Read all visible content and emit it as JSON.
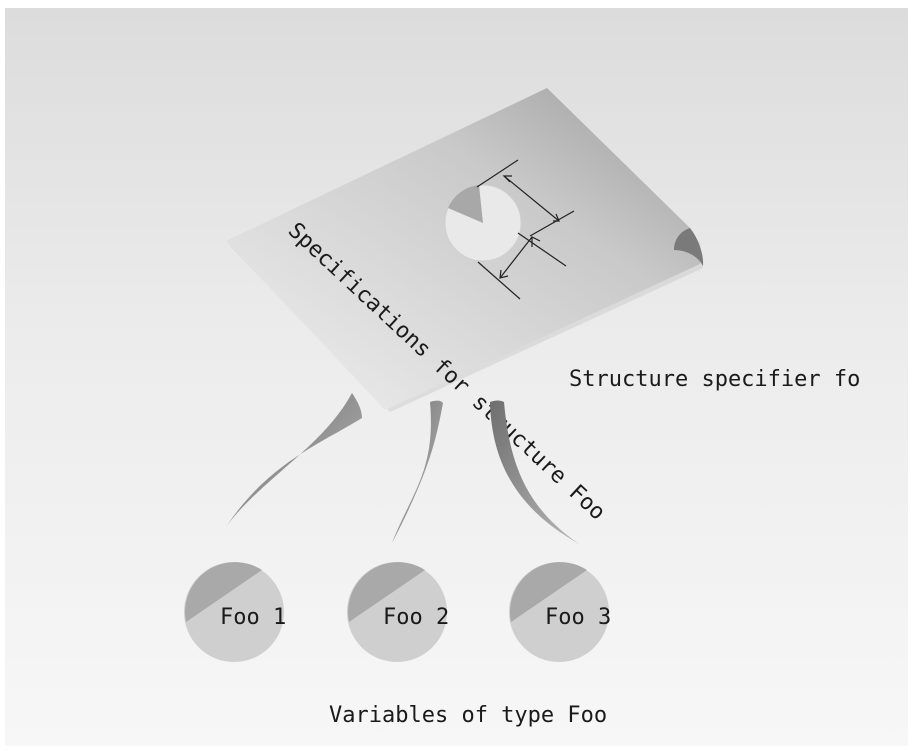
{
  "diagram": {
    "sheet_label": "Specifications for structure Foo",
    "specifier_label": "Structure specifier fo",
    "variables": [
      {
        "label": "Foo 1"
      },
      {
        "label": "Foo 2"
      },
      {
        "label": "Foo 3"
      }
    ],
    "caption": "Variables of type Foo"
  }
}
